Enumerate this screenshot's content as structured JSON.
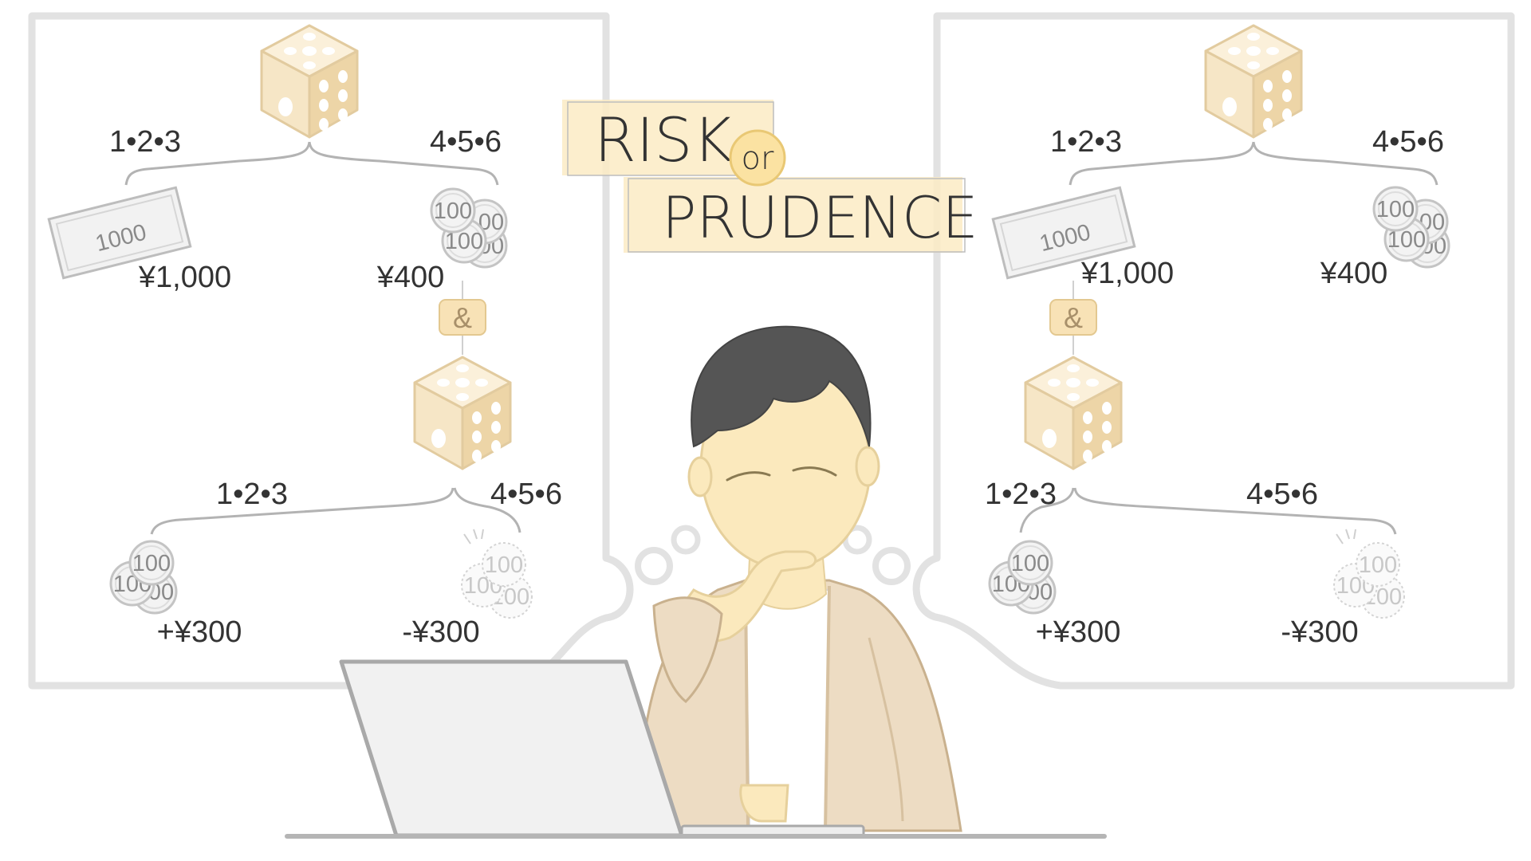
{
  "title": {
    "risk": "RISK",
    "or": "or",
    "prudence": "PRUDENCE"
  },
  "left_panel": {
    "top_split": {
      "low": "1•2•3",
      "high": "4•5•6"
    },
    "banknote": "1000",
    "guaranteed": "¥1,000",
    "risky_start": "¥400",
    "connector": "&",
    "bottom_split": {
      "low": "1•2•3",
      "high": "4•5•6"
    },
    "gain": "+¥300",
    "loss": "-¥300"
  },
  "right_panel": {
    "top_split": {
      "low": "1•2•3",
      "high": "4•5•6"
    },
    "banknote": "1000",
    "guaranteed": "¥1,000",
    "risky_start": "¥400",
    "connector": "&",
    "bottom_split": {
      "low": "1•2•3",
      "high": "4•5•6"
    },
    "gain": "+¥300",
    "loss": "-¥300"
  },
  "coin_face": "100",
  "colors": {
    "frame": "#e2e2e2",
    "die_light": "#fbf0da",
    "die_mid": "#f2dfb8",
    "die_dark": "#e2c896",
    "title_fill": "#fcebc4",
    "skin": "#fbe9bd",
    "hair": "#555555",
    "cardigan": "#eddcc3",
    "laptop": "#f1f1f1"
  }
}
